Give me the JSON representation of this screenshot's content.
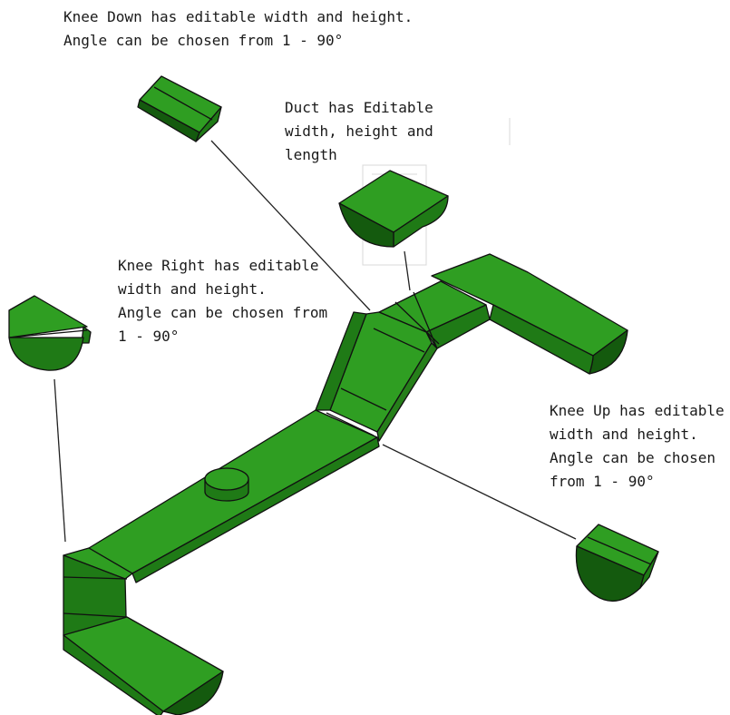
{
  "notes": {
    "knee_down": {
      "line1": "Knee Down has editable width and height.",
      "line2": "Angle can be chosen from 1 - 90°"
    },
    "duct": {
      "line1": "Duct has Editable",
      "line2": "width, height and",
      "line3": "length"
    },
    "knee_right": {
      "line1": "Knee Right has editable",
      "line2": "width and height.",
      "line3": "Angle can be chosen from",
      "line4": "1 - 90°"
    },
    "knee_up": {
      "line1": "Knee Up has editable",
      "line2": "width and height.",
      "line3": "Angle can be chosen",
      "line4": "from 1 - 90°"
    }
  },
  "colors": {
    "top_face": "#2f9e22",
    "side_face": "#1f7a16",
    "dark_face": "#145a0e",
    "outline": "#111111",
    "leader_line": "#222222"
  }
}
